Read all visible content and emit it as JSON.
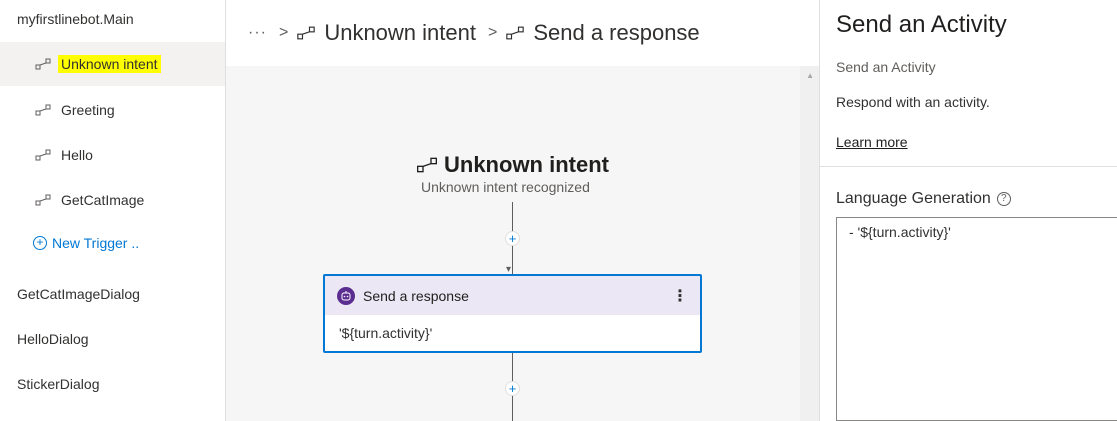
{
  "sidebar": {
    "dialog_title": "myfirstlinebot.Main",
    "triggers": [
      {
        "label": "Unknown intent",
        "selected": true
      },
      {
        "label": "Greeting"
      },
      {
        "label": "Hello"
      },
      {
        "label": "GetCatImage"
      }
    ],
    "new_trigger": "New Trigger ..",
    "dialogs": [
      "GetCatImageDialog",
      "HelloDialog",
      "StickerDialog"
    ]
  },
  "breadcrumb": {
    "overflow": "···",
    "items": [
      "Unknown intent",
      "Send a response"
    ]
  },
  "canvas": {
    "trigger_title": "Unknown intent",
    "trigger_subtitle": "Unknown intent recognized",
    "card": {
      "title": "Send a response",
      "body": "'${turn.activity}'"
    }
  },
  "panel": {
    "title": "Send an Activity",
    "subtitle": "Send an Activity",
    "description": "Respond with an activity.",
    "learn_more": "Learn more",
    "lg_label": "Language Generation",
    "lg_value": "- '${turn.activity}'"
  },
  "colors": {
    "accent": "#0078d4",
    "highlight": "#ffff00",
    "bot_icon": "#5c2d91",
    "card_header": "#ece7f4"
  }
}
